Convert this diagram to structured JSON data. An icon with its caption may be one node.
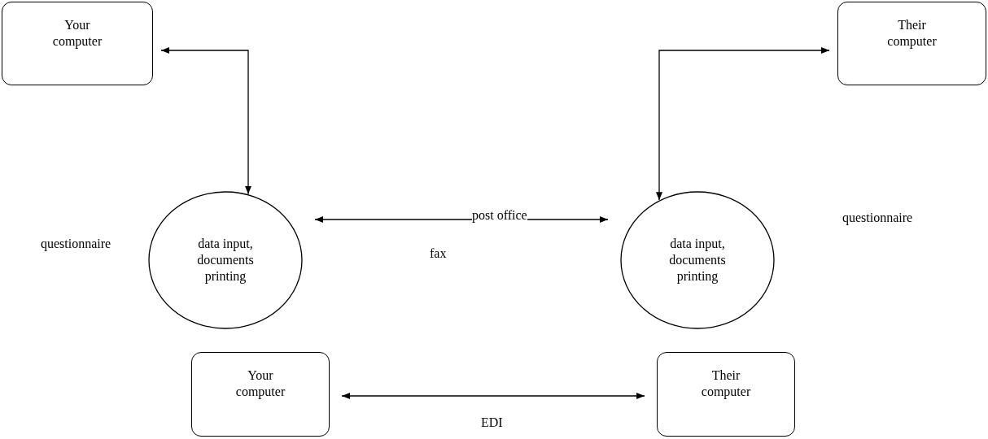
{
  "diagram": {
    "nodes": [
      {
        "text": [
          "Your computer"
        ]
      },
      {
        "text": [
          "data input, documents printing"
        ],
        "beside": [
          "questionnaire"
        ]
      },
      {
        "text": [
          "Their computer"
        ]
      },
      {
        "text": [
          "data input, documents printing"
        ]
      },
      {
        "text": [
          "Your computer"
        ]
      },
      {
        "text": [
          "Their computer"
        ]
      }
    ],
    "edges": [
      {
        "from": 0,
        "to": 1,
        "arrow": "both"
      },
      {
        "from": 1,
        "to": 3,
        "arrow": "both",
        "label": "post office"
      },
      {
        "from": 3,
        "to": 2,
        "arrow": "both"
      },
      {
        "from": 4,
        "to": 5,
        "arrow": "both",
        "label": "EDI"
      }
    ],
    "labels": [
      "fax",
      "questionnaire"
    ]
  }
}
